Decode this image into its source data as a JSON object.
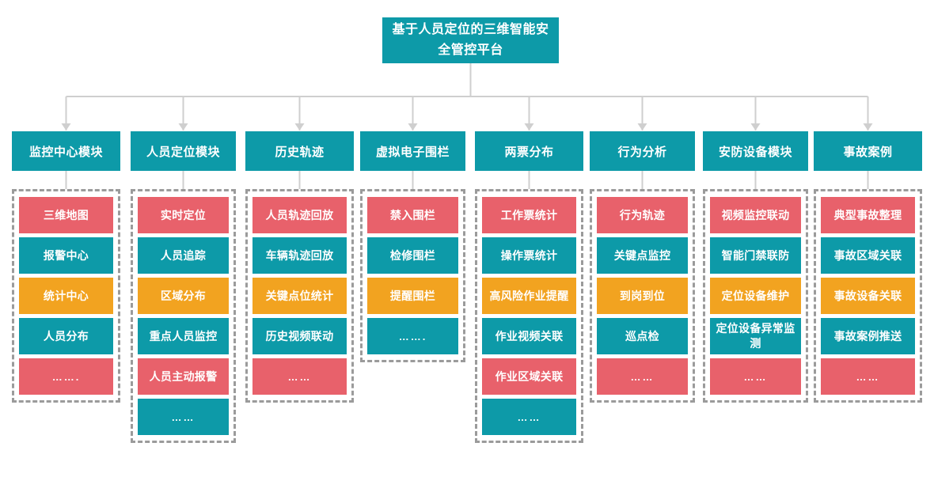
{
  "colors": {
    "red": "#E8616B",
    "teal": "#0D9AA8",
    "orange": "#F2A320",
    "connector": "#cfcfcf",
    "group_border": "#9b9b9b"
  },
  "root": {
    "title": "基于人员定位的三维智能安全管控平台"
  },
  "columns": [
    {
      "header": "监控中心模块",
      "items": [
        {
          "label": "三维地图",
          "color": "red"
        },
        {
          "label": "报警中心",
          "color": "teal"
        },
        {
          "label": "统计中心",
          "color": "orange"
        },
        {
          "label": "人员分布",
          "color": "teal"
        },
        {
          "label": "…….",
          "color": "red"
        }
      ]
    },
    {
      "header": "人员定位模块",
      "items": [
        {
          "label": "实时定位",
          "color": "red"
        },
        {
          "label": "人员追踪",
          "color": "teal"
        },
        {
          "label": "区域分布",
          "color": "orange"
        },
        {
          "label": "重点人员监控",
          "color": "teal"
        },
        {
          "label": "人员主动报警",
          "color": "red"
        },
        {
          "label": "……",
          "color": "teal"
        }
      ]
    },
    {
      "header": "历史轨迹",
      "items": [
        {
          "label": "人员轨迹回放",
          "color": "red"
        },
        {
          "label": "车辆轨迹回放",
          "color": "teal"
        },
        {
          "label": "关键点位统计",
          "color": "orange"
        },
        {
          "label": "历史视频联动",
          "color": "teal"
        },
        {
          "label": "……",
          "color": "red"
        }
      ]
    },
    {
      "header": "虚拟电子围栏",
      "items": [
        {
          "label": "禁入围栏",
          "color": "red"
        },
        {
          "label": "检修围栏",
          "color": "teal"
        },
        {
          "label": "提醒围栏",
          "color": "orange"
        },
        {
          "label": "…….",
          "color": "teal"
        }
      ]
    },
    {
      "header": "两票分布",
      "items": [
        {
          "label": "工作票统计",
          "color": "red"
        },
        {
          "label": "操作票统计",
          "color": "teal"
        },
        {
          "label": "高风险作业提醒",
          "color": "orange"
        },
        {
          "label": "作业视频关联",
          "color": "teal"
        },
        {
          "label": "作业区域关联",
          "color": "red"
        },
        {
          "label": "……",
          "color": "teal"
        }
      ]
    },
    {
      "header": "行为分析",
      "items": [
        {
          "label": "行为轨迹",
          "color": "red"
        },
        {
          "label": "关键点监控",
          "color": "teal"
        },
        {
          "label": "到岗到位",
          "color": "orange"
        },
        {
          "label": "巡点检",
          "color": "teal"
        },
        {
          "label": "……",
          "color": "red"
        }
      ]
    },
    {
      "header": "安防设备模块",
      "items": [
        {
          "label": "视频监控联动",
          "color": "red"
        },
        {
          "label": "智能门禁联防",
          "color": "teal"
        },
        {
          "label": "定位设备维护",
          "color": "orange"
        },
        {
          "label": "定位设备异常监测",
          "color": "teal"
        },
        {
          "label": "……",
          "color": "red"
        }
      ]
    },
    {
      "header": "事故案例",
      "items": [
        {
          "label": "典型事故整理",
          "color": "red"
        },
        {
          "label": "事故区域关联",
          "color": "teal"
        },
        {
          "label": "事故设备关联",
          "color": "orange"
        },
        {
          "label": "事故案例推送",
          "color": "teal"
        },
        {
          "label": "……",
          "color": "red"
        }
      ]
    }
  ]
}
